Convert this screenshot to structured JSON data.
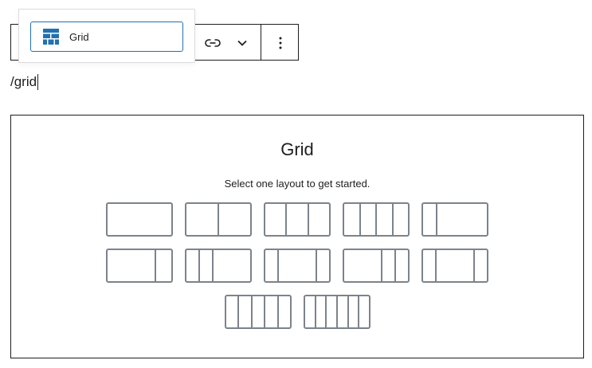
{
  "block_toolbar": {
    "link_icon": "link-icon",
    "chevron_icon": "chevron-down-icon",
    "more_icon": "more-vertical-icon"
  },
  "autocomplete": {
    "item_label": "Grid",
    "item_icon": "grid-block-icon",
    "accent_color": "#2271b1"
  },
  "editor": {
    "slash_text": "/grid"
  },
  "placeholder": {
    "title": "Grid",
    "instructions": "Select one layout to get started.",
    "border_color": "#7c838b",
    "layouts": [
      {
        "name": "layout-1-column",
        "columns": [
          1
        ]
      },
      {
        "name": "layout-2-columns-equal",
        "columns": [
          1,
          1
        ]
      },
      {
        "name": "layout-3-columns-equal",
        "columns": [
          1,
          1,
          1
        ]
      },
      {
        "name": "layout-4-columns-equal",
        "columns": [
          1,
          1,
          1,
          1
        ]
      },
      {
        "name": "layout-25-75",
        "columns": [
          1,
          4
        ]
      },
      {
        "name": "layout-75-25",
        "columns": [
          3,
          1
        ]
      },
      {
        "name": "layout-25-25-50",
        "columns": [
          1,
          1,
          3
        ]
      },
      {
        "name": "layout-25-50-25",
        "columns": [
          1,
          3,
          1
        ]
      },
      {
        "name": "layout-50-25-25",
        "columns": [
          3,
          1,
          1
        ]
      },
      {
        "name": "layout-20-60-20",
        "columns": [
          1,
          3,
          1
        ]
      },
      {
        "name": "layout-5-columns-equal",
        "columns": [
          1,
          1,
          1,
          1,
          1
        ]
      },
      {
        "name": "layout-6-columns-equal",
        "columns": [
          1,
          1,
          1,
          1,
          1,
          1
        ]
      }
    ]
  }
}
